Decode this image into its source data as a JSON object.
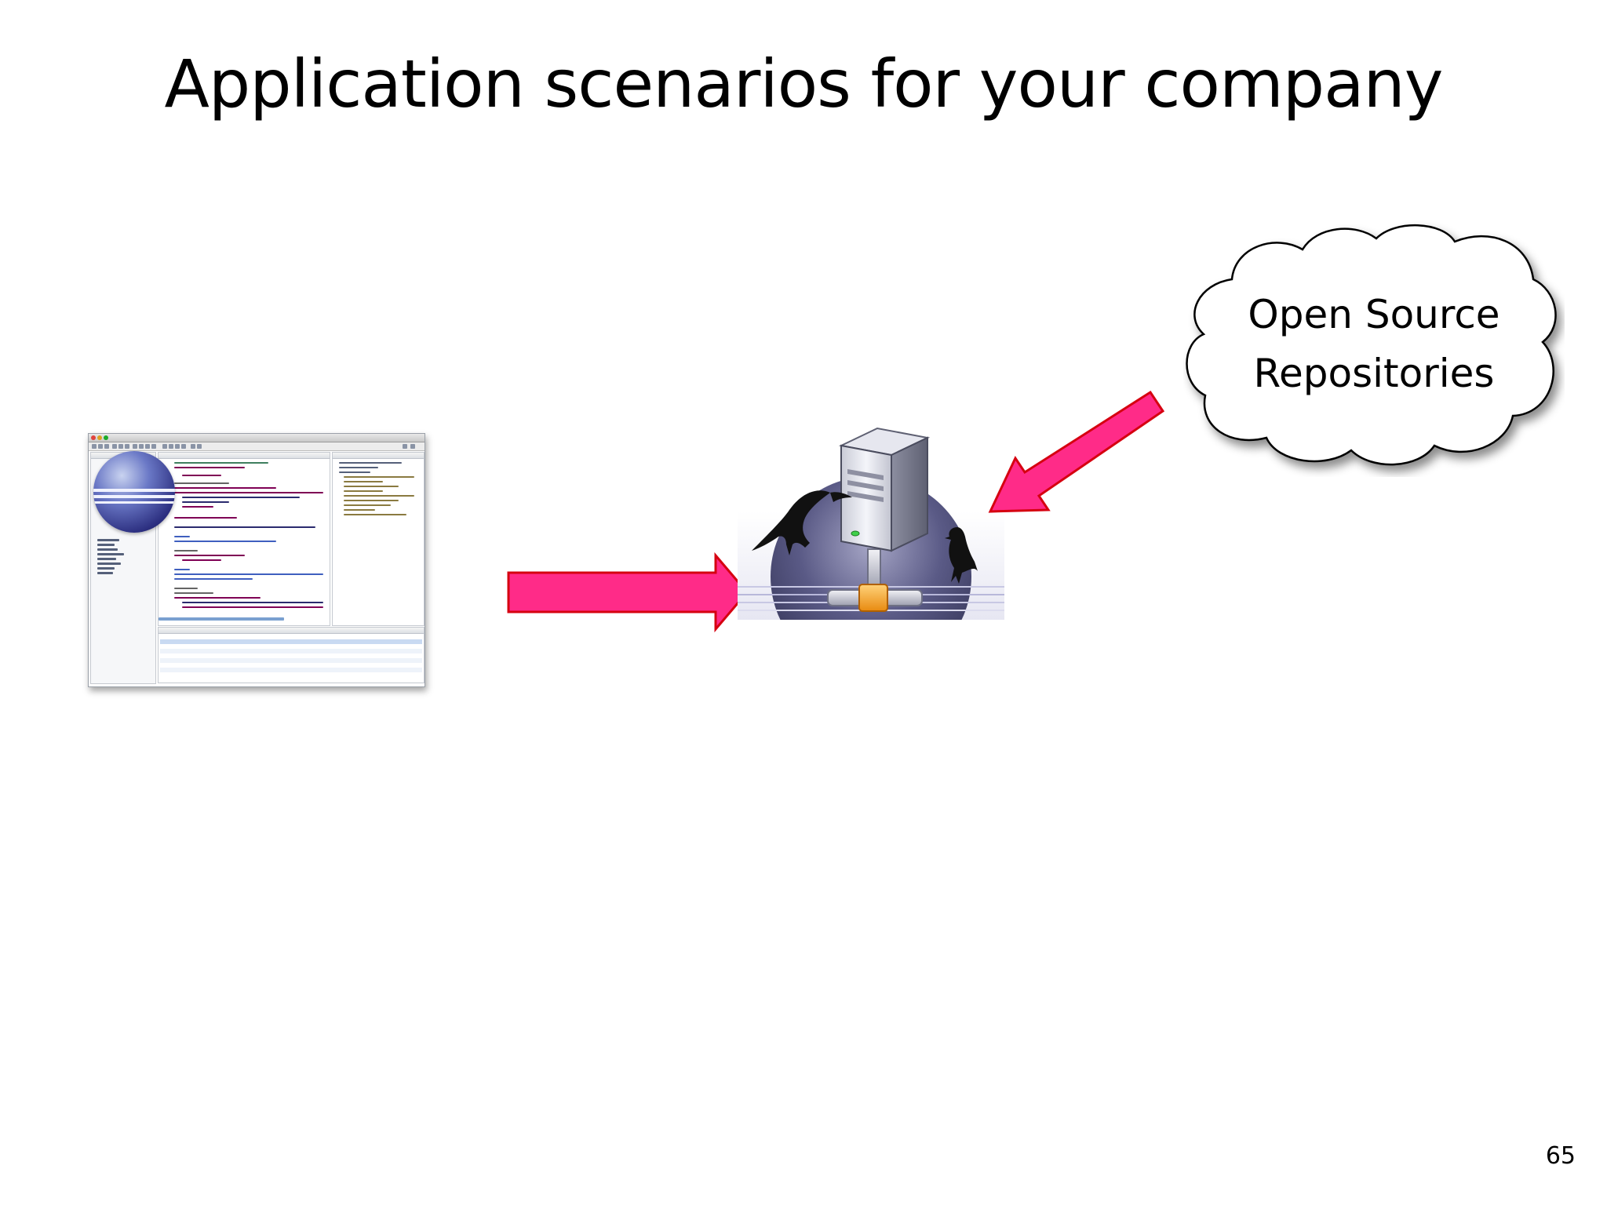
{
  "slide": {
    "title": "Application scenarios for your  company",
    "page_number": "65"
  },
  "cloud": {
    "line1": "Open Source",
    "line2": "Repositories"
  },
  "colors": {
    "arrow_fill": "#ff2b88",
    "arrow_stroke": "#d60010",
    "server_disc": "#5a5a86",
    "connector": "#f0a020"
  },
  "icons": [
    "eclipse-ide-screenshot",
    "server-icon",
    "crow-icon",
    "cloud-shape",
    "arrow"
  ]
}
